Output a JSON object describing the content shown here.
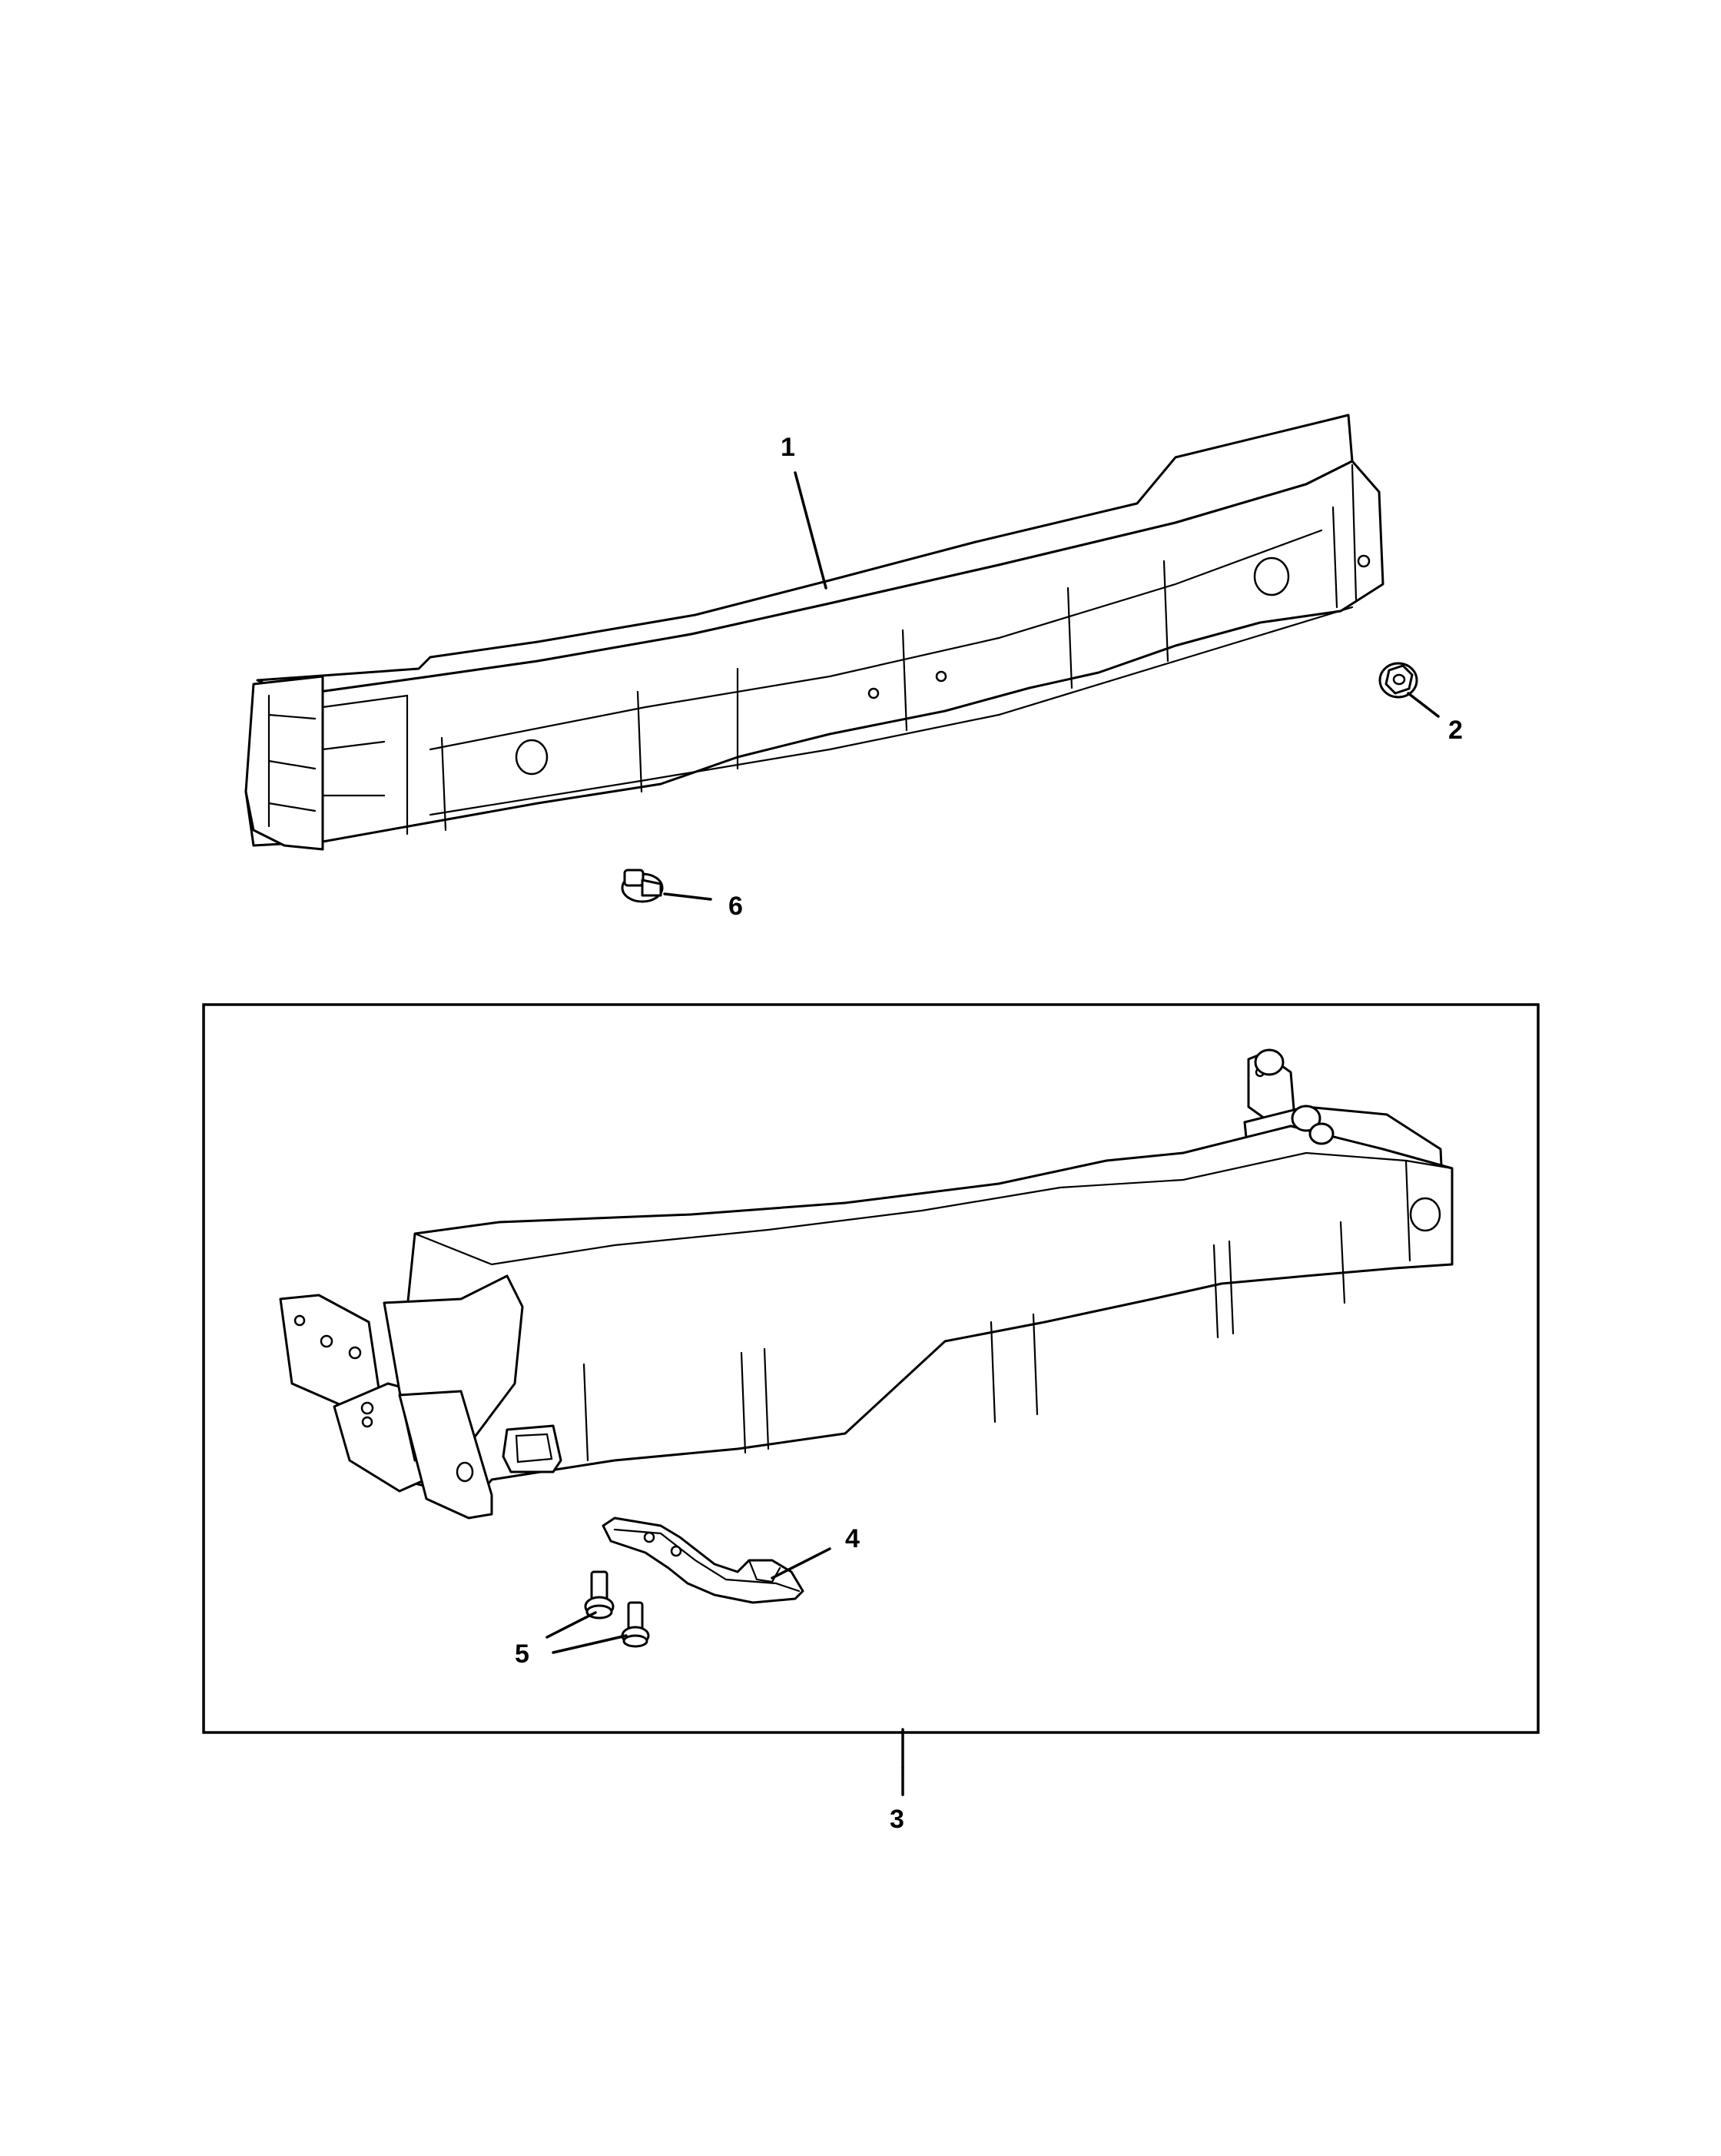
{
  "diagram": {
    "callouts": [
      {
        "id": "1",
        "text": "1"
      },
      {
        "id": "2",
        "text": "2"
      },
      {
        "id": "3",
        "text": "3"
      },
      {
        "id": "4",
        "text": "4"
      },
      {
        "id": "5",
        "text": "5"
      },
      {
        "id": "6",
        "text": "6"
      }
    ],
    "parts": [
      "bumper-beam",
      "flange-nut",
      "hitch-receiver-kit",
      "tow-hook",
      "hook-bolts",
      "flange-bolt"
    ]
  }
}
